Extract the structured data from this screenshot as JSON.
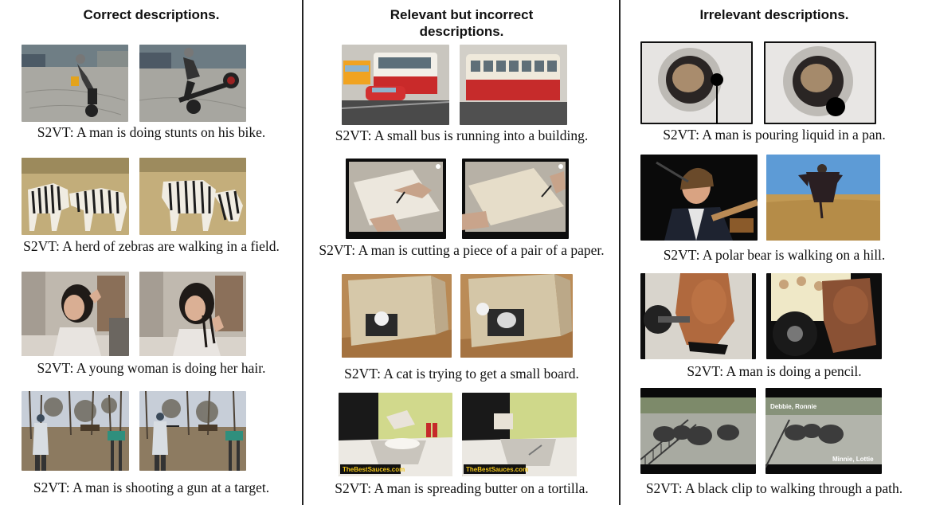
{
  "columns": [
    {
      "header": "Correct descriptions.",
      "captions": [
        "S2VT: A man is doing stunts on his bike.",
        "S2VT: A herd of zebras are walking in a field.",
        "S2VT: A young woman is doing her hair.",
        "S2VT: A man is shooting a gun at a target."
      ]
    },
    {
      "header": "Relevant but incorrect\ndescriptions.",
      "captions": [
        "S2VT: A small bus is running into a building.",
        "S2VT: A man is cutting a piece of a pair of a paper.",
        "S2VT: A cat is trying to get a small board.",
        "S2VT: A man is spreading butter on a tortilla."
      ]
    },
    {
      "header": "Irrelevant descriptions.",
      "captions": [
        "S2VT: A man is pouring liquid in a pan.",
        "S2VT: A polar bear is walking on a hill.",
        "S2VT: A man is doing a pencil.",
        "S2VT: A black clip to walking through a path."
      ]
    }
  ],
  "overlays": {
    "watermark_1": "TheBestSauces.com",
    "watermark_2": "TheBestSauces.com",
    "elephant_label_1": "Debbie, Ronnie",
    "elephant_label_2": "Minnie, Lottie"
  }
}
